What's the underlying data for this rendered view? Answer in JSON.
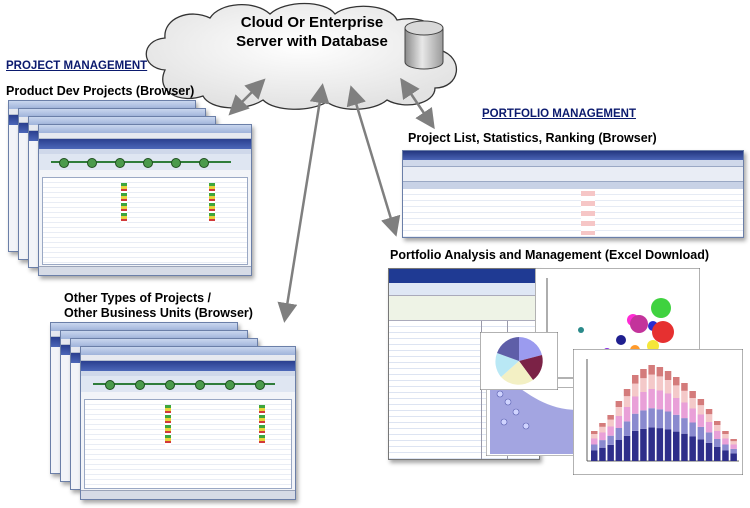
{
  "cloud": {
    "line1": "Cloud Or Enterprise",
    "line2": "Server with Database"
  },
  "project_management": {
    "heading": "PROJECT MANAGEMENT",
    "product_dev_label": "Product Dev Projects (Browser)",
    "other_types_line1": "Other Types of Projects /",
    "other_types_line2": "Other Business Units (Browser)"
  },
  "portfolio_management": {
    "heading": "PORTFOLIO MANAGEMENT",
    "project_list_label": "Project List, Statistics, Ranking  (Browser)",
    "analysis_label": "Portfolio Analysis and Management (Excel Download)"
  },
  "colors": {
    "arrow": "#7f7f7f",
    "heading": "#0b1a6e",
    "app_header": "#2a3f8f"
  }
}
